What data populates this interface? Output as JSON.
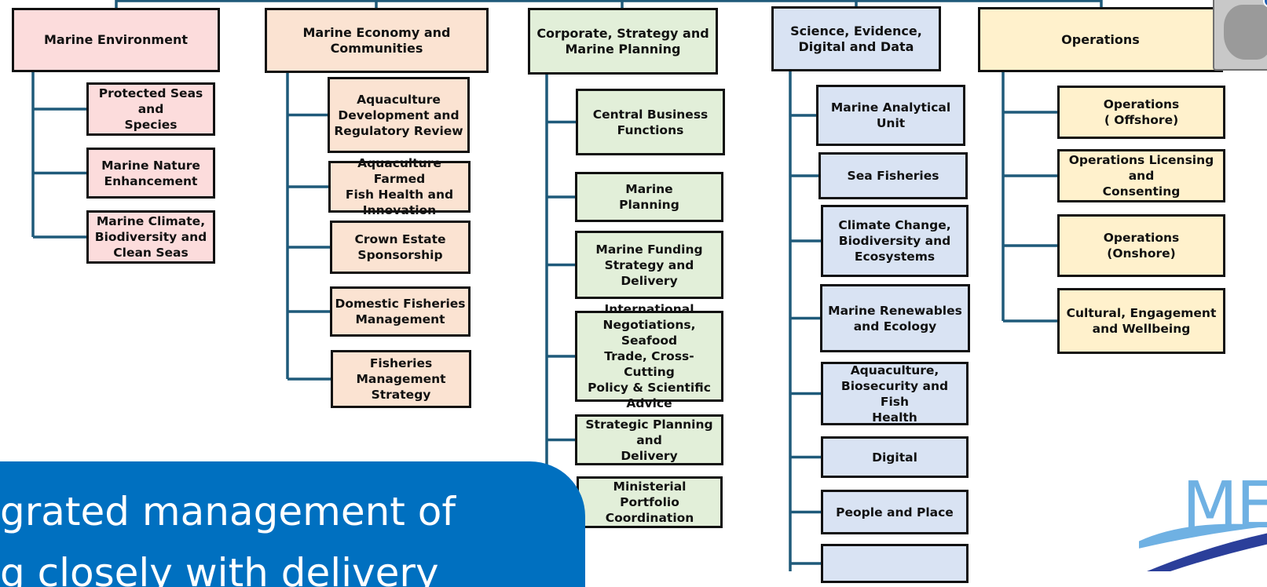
{
  "columns": [
    {
      "key": "env",
      "head": "Marine Environment",
      "children": [
        "Protected Seas and\nSpecies",
        "Marine Nature\nEnhancement",
        "Marine Climate,\nBiodiversity and\nClean Seas"
      ]
    },
    {
      "key": "eco",
      "head": "Marine Economy and\nCommunities",
      "children": [
        "Aquaculture\nDevelopment and\nRegulatory Review",
        "Aquaculture Farmed\nFish Health and\nInnovation",
        "Crown Estate\nSponsorship",
        "Domestic Fisheries\nManagement",
        "Fisheries\nManagement\nStrategy"
      ]
    },
    {
      "key": "corp",
      "head": "Corporate, Strategy and\nMarine Planning",
      "children": [
        "Central Business\nFunctions",
        "Marine\nPlanning",
        "Marine Funding\nStrategy and Delivery",
        "International\nNegotiations, Seafood\nTrade, Cross-Cutting\nPolicy & Scientific\nAdvice",
        "Strategic Planning and\nDelivery",
        "Ministerial Portfolio\nCoordination"
      ]
    },
    {
      "key": "sci",
      "head": "Science, Evidence,\nDigital and Data",
      "children": [
        "Marine Analytical Unit",
        "Sea Fisheries",
        "Climate Change,\nBiodiversity and\nEcosystems",
        "Marine Renewables\nand Ecology",
        "Aquaculture,\nBiosecurity and Fish\nHealth",
        "Digital",
        "People and Place",
        ""
      ]
    },
    {
      "key": "ops",
      "head": "Operations",
      "children": [
        "Operations\n( Offshore)",
        "Operations Licensing and\nConsenting",
        "Operations\n(Onshore)",
        "Cultural, Engagement\nand Wellbeing"
      ]
    }
  ],
  "banner": {
    "line1": "grated management of",
    "line2": "g closely with delivery"
  },
  "logo_text": "ME",
  "colors": {
    "connector": "#1f5a7a",
    "env": "#fcdcdc",
    "eco": "#fbe3d2",
    "corp": "#e2efd9",
    "sci": "#d9e3f3",
    "ops": "#fff1cc",
    "banner": "#0070c0"
  }
}
